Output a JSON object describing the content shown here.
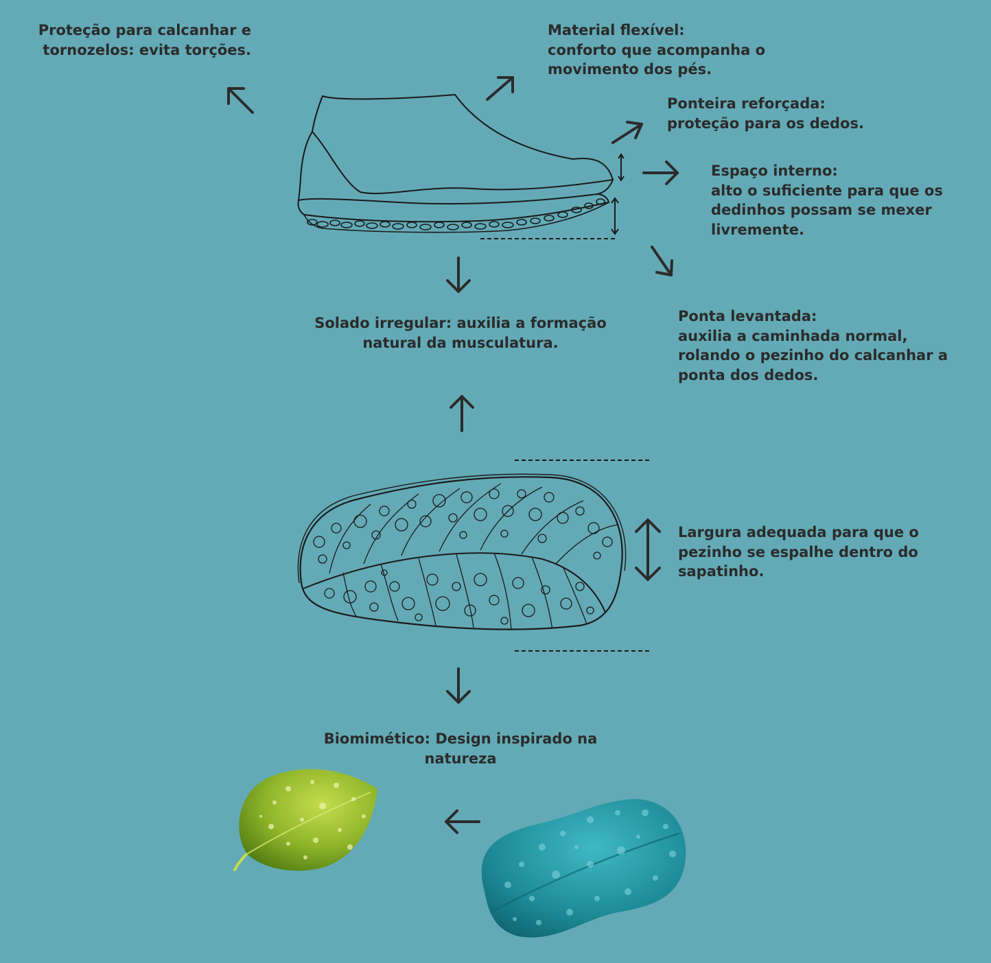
{
  "labels": {
    "heel_protection": [
      "Proteção para calcanhar e",
      "tornozelos: evita torções."
    ],
    "flexible_material": [
      "Material flexível:",
      "conforto que acompanha o",
      "movimento dos pés."
    ],
    "reinforced_toe": [
      "Ponteira reforçada:",
      "proteção para os dedos."
    ],
    "internal_space": [
      "Espaço interno:",
      "alto o suficiente para que os",
      "dedinhos possam se mexer",
      "livremente."
    ],
    "raised_tip": [
      "Ponta levantada:",
      "auxilia a caminhada normal,",
      "rolando o pezinho do calcanhar a",
      "ponta dos dedos."
    ],
    "irregular_sole": [
      "Solado irregular: auxilia a formação",
      "natural da musculatura."
    ],
    "adequate_width": [
      "Largura adequada para que o",
      "pezinho se espalhe dentro do",
      "sapatinho."
    ],
    "biomimetic": [
      "Biomimético: Design inspirado na",
      "natureza"
    ]
  },
  "colors": {
    "background": "#63aab6",
    "text": "#2b2b2b",
    "line": "#1a1a1a",
    "leaf": "#8fb52a",
    "sole_photo": "#1e8c98"
  },
  "icons": [
    "arrow-icon",
    "double-arrow-icon",
    "dashed-line"
  ]
}
